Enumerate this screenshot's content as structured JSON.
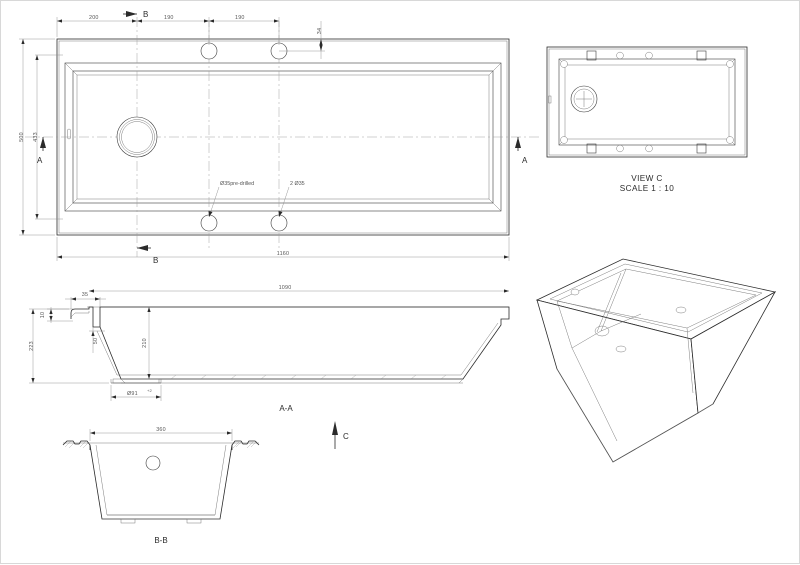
{
  "sheet": {
    "background": "#ffffff",
    "line_color": "#2b2b2b",
    "dim_color": "#8d8d8d"
  },
  "plan_view": {
    "name": "top-plan-view",
    "dimensions": {
      "d_200": "200",
      "d_190_a": "190",
      "d_190_b": "190",
      "d_34": "34",
      "d_500": "500",
      "d_433": "433",
      "d_1160": "1160"
    },
    "callouts": {
      "predrilled": "Ø35pre-drilled",
      "two_holes": "2 Ø35"
    },
    "section_marks": {
      "b_top": "B",
      "b_bottom": "B",
      "a_left": "A",
      "a_right": "A"
    }
  },
  "view_c": {
    "name": "view-c",
    "title_line1": "VIEW C",
    "title_line2": "SCALE 1 : 10"
  },
  "section_aa": {
    "name": "section-a-a",
    "label": "A-A",
    "dimensions": {
      "d_1090": "1090",
      "d_35": "35",
      "d_10": "10",
      "d_223": "223",
      "d_210": "210",
      "d_50": "50",
      "d_drain": "Ø91",
      "d_drain_tol": "+2"
    }
  },
  "section_bb": {
    "name": "section-b-b",
    "label": "B-B",
    "dimensions": {
      "d_360": "360"
    }
  },
  "section_c_arrow": {
    "name": "section-arrow-c",
    "label": "C"
  },
  "iso_view": {
    "name": "isometric-view"
  }
}
